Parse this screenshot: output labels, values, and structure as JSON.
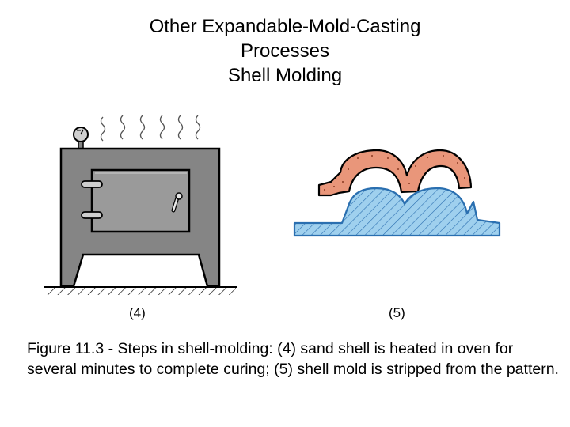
{
  "slide": {
    "title_lines": [
      "Other Expandable-Mold-Casting",
      "Processes",
      "Shell Molding"
    ],
    "step_labels": [
      "(4)",
      "(5)"
    ],
    "caption": "Figure 11.3 ‑ Steps in shell‑molding: (4) sand shell is heated in oven for several minutes to complete curing; (5) shell mold is stripped from the pattern."
  },
  "colors": {
    "oven_body": "#858585",
    "oven_door": "#9a9a9a",
    "shell": "#e9967a",
    "pattern": "#9fd0ee",
    "hatch": "#2a6fb0",
    "outline": "#000000"
  },
  "icons": {
    "gauge": "pressure-gauge-icon",
    "heat": "heat-wave-icon"
  }
}
